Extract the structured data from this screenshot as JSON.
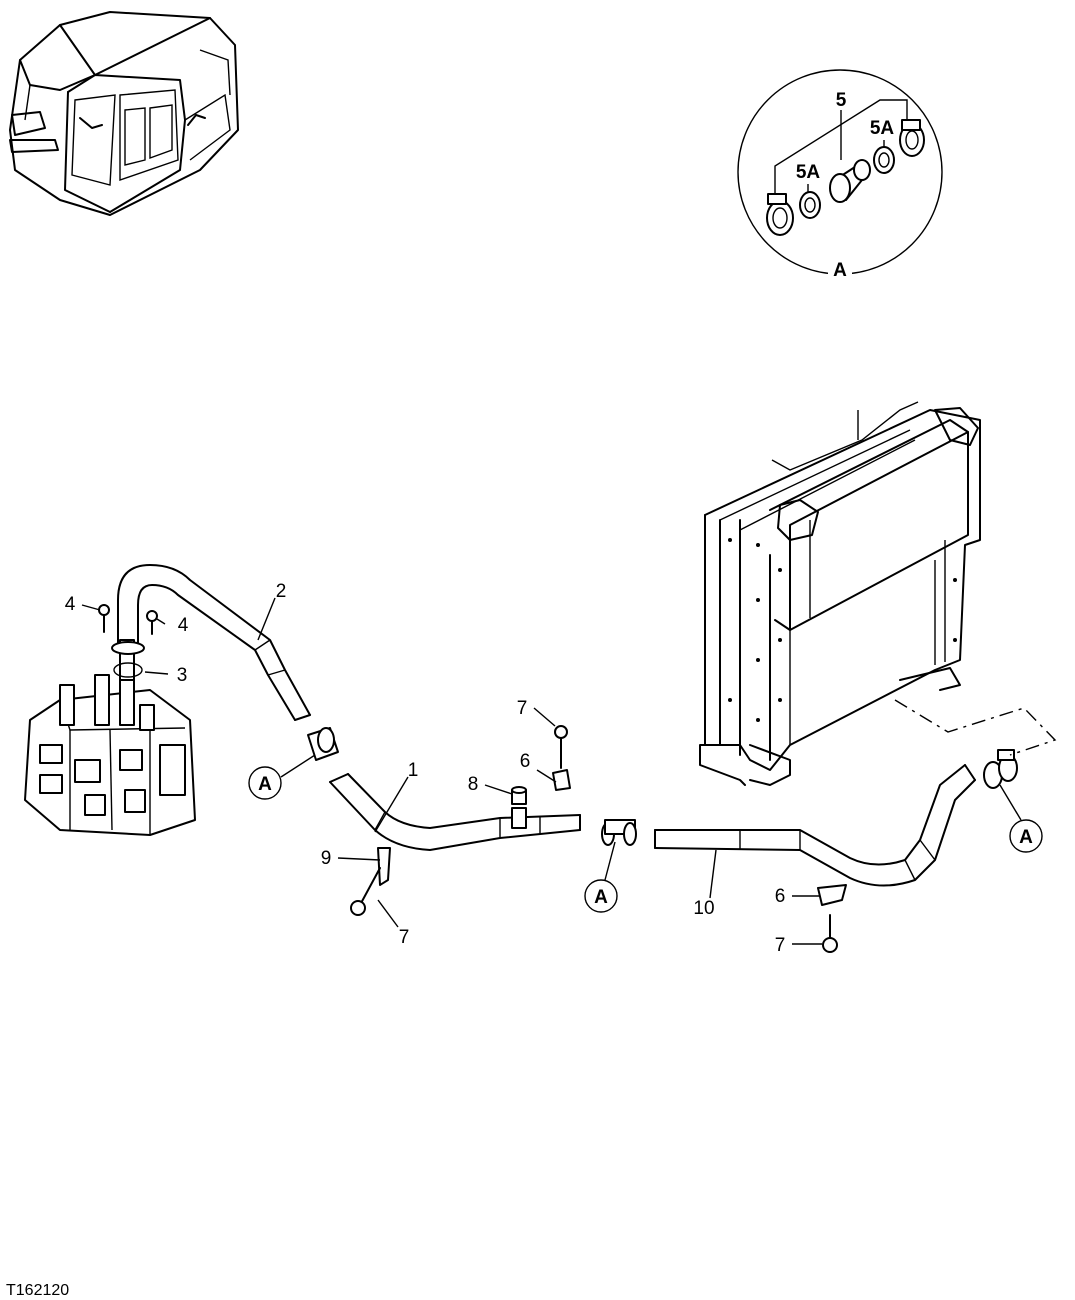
{
  "figure_code": "T162120",
  "callouts": {
    "c1": "1",
    "c2": "2",
    "c3": "3",
    "c4a": "4",
    "c4b": "4",
    "c5": "5",
    "c5a1": "5A",
    "c5a2": "5A",
    "c6a": "6",
    "c6b": "6",
    "c7a": "7",
    "c7b": "7",
    "c7c": "7",
    "c8": "8",
    "c9": "9",
    "c10": "10"
  },
  "detail": {
    "label": "A",
    "ref1": "A",
    "ref2": "A",
    "ref3": "A"
  }
}
